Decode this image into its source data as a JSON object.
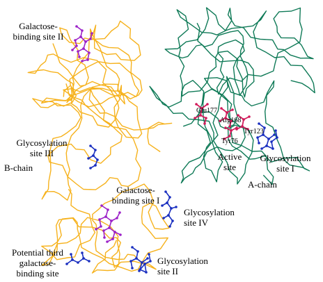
{
  "colors": {
    "b_chain": "#f6b21d",
    "a_chain": "#0f7a57",
    "galactose_ligand": "#9c22c8",
    "glycan": "#1a2fc0",
    "active_site_residue": "#d21a5a",
    "text": "#000000",
    "background": "#ffffff"
  },
  "labels": {
    "galactose_site_2": "Galactose-\nbinding site II",
    "glycosylation_site_3": "Glycosylation\nsite III",
    "b_chain": "B-chain",
    "galactose_site_1": "Galactose-\nbinding site I",
    "glycosylation_site_4": "Glycosylation\nsite IV",
    "potential_third_site": "Potential third\ngalactose-\nbinding site",
    "glycosylation_site_2": "Glycosylation\nsite II",
    "active_site": "Active\nsite",
    "glycosylation_site_1": "Glycosylation\nsite I",
    "a_chain": "A-chain"
  },
  "residues": {
    "glu": "Glu177",
    "arg": "Arg168",
    "tyr1": "Tyr123",
    "tyr2": "Tyr76"
  }
}
